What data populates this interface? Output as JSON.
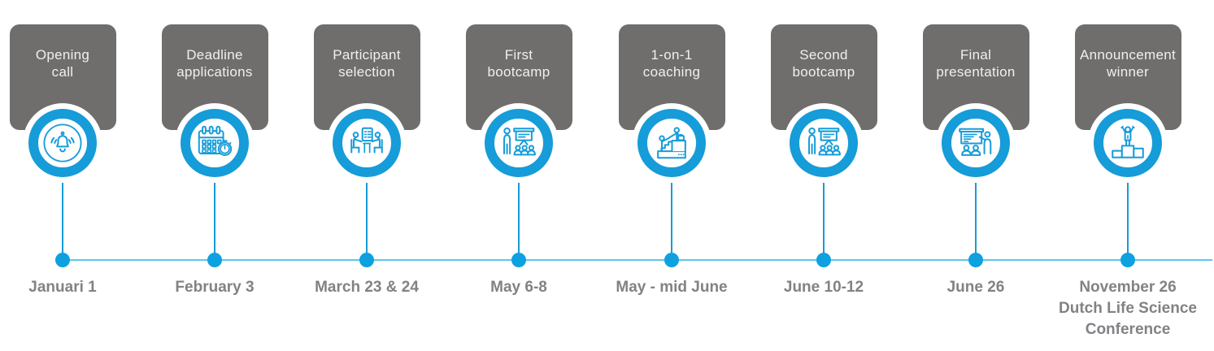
{
  "timeline": {
    "colors": {
      "accent_blue": "#169cd8",
      "dot_blue": "#0ea1e0",
      "timeline_blue": "#5ec7ef",
      "box_gray": "#706d6d",
      "label_white": "#f0f0f0",
      "date_gray": "#808285"
    },
    "milestones": [
      {
        "label": "Opening\ncall",
        "date": "Januari 1",
        "icon": "bell-icon"
      },
      {
        "label": "Deadline\napplications",
        "date": "February 3",
        "icon": "calendar-deadline-icon"
      },
      {
        "label": "Participant\nselection",
        "date": "March 23 & 24",
        "icon": "interview-icon"
      },
      {
        "label": "First\nbootcamp",
        "date": "May 6-8",
        "icon": "presentation-audience-icon"
      },
      {
        "label": "1-on-1\ncoaching",
        "date": "May - mid June",
        "icon": "coaching-stairs-icon"
      },
      {
        "label": "Second\nbootcamp",
        "date": "June 10-12",
        "icon": "presentation-audience-icon"
      },
      {
        "label": "Final\npresentation",
        "date": "June 26",
        "icon": "presenter-whiteboard-icon"
      },
      {
        "label": "Announcement\nwinner",
        "date": "November 26\nDutch Life Science\nConference",
        "icon": "winner-podium-icon"
      }
    ]
  }
}
